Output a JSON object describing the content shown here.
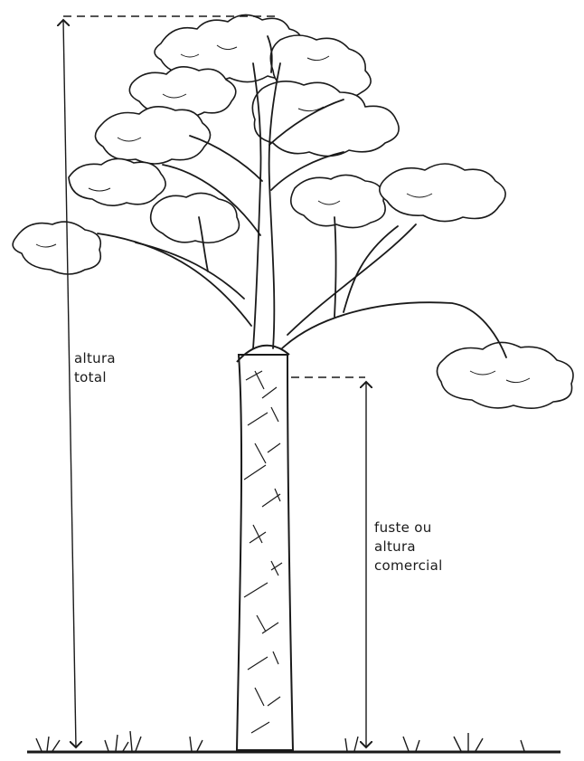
{
  "figure": {
    "total_height_label": [
      "altura",
      "total"
    ],
    "commercial_height_label": [
      "fuste ou",
      "altura",
      "comercial"
    ]
  },
  "colors": {
    "ink": "#1a1a1a",
    "paper": "#ffffff"
  },
  "icons": [
    "tree-illustration",
    "arrow-up-icon",
    "arrow-down-icon",
    "grass-icon"
  ]
}
